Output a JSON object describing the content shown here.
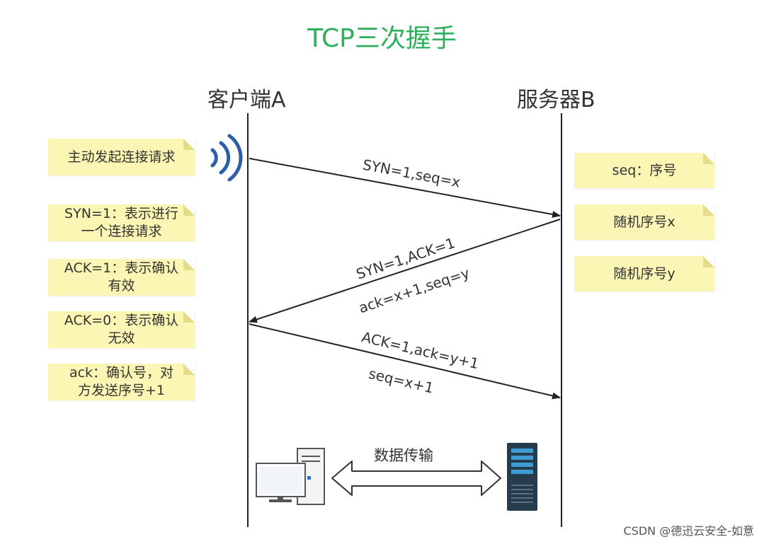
{
  "title": "TCP三次握手",
  "actors": {
    "client": "客户端A",
    "server": "服务器B"
  },
  "left_notes": [
    {
      "text": "主动发起连接请求"
    },
    {
      "text": "SYN=1：表示进行\n一个连接请求"
    },
    {
      "text": "ACK=1：表示确认\n有效"
    },
    {
      "text": "ACK=0：表示确认\n无效"
    },
    {
      "text": "ack：确认号，对\n方发送序号+1"
    }
  ],
  "right_notes": [
    {
      "text": "seq：序号"
    },
    {
      "text": "随机序号x"
    },
    {
      "text": "随机序号y"
    }
  ],
  "messages": [
    {
      "direction": "client-to-server",
      "label_1": "SYN=1,seq=x"
    },
    {
      "direction": "server-to-client",
      "label_1": "SYN=1,ACK=1",
      "label_2": "ack=x+1,seq=y"
    },
    {
      "direction": "client-to-server",
      "label_1": "ACK=1,ack=y+1",
      "label_2": "seq=x+1"
    }
  ],
  "data_transfer_label": "数据传输",
  "icons": {
    "client": "wifi-signal-icon",
    "client_computer": "desktop-computer-icon",
    "server": "server-rack-icon",
    "transfer": "double-arrow-icon"
  },
  "colors": {
    "title": "#2eb05a",
    "note": "#fbf6b3",
    "signal": "#2f5ea8",
    "server": "#263b4b"
  },
  "watermark": "CSDN @德迅云安全-如意"
}
